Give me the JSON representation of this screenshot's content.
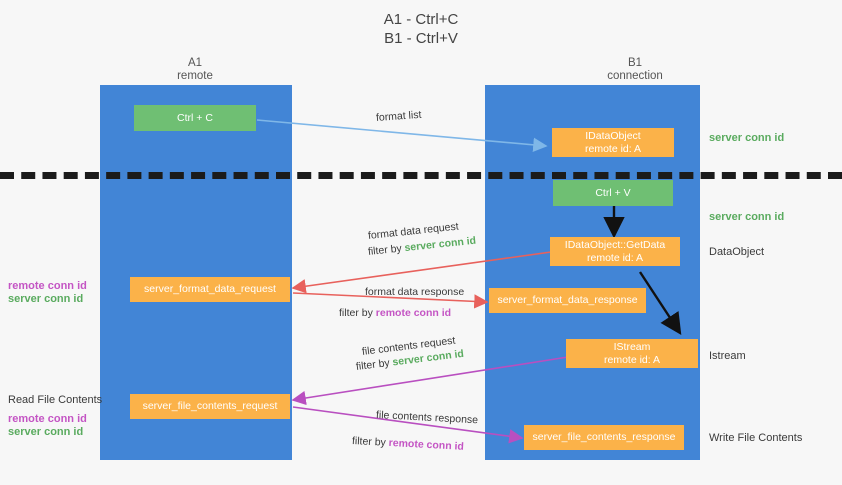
{
  "title": {
    "line1": "A1 - Ctrl+C",
    "line2": "B1 - Ctrl+V"
  },
  "columns": [
    {
      "name": "A1",
      "sub": "remote"
    },
    {
      "name": "B1",
      "sub": "connection"
    }
  ],
  "boxes": {
    "ctrl_c": "Ctrl + C",
    "ctrl_v": "Ctrl + V",
    "idataobject": {
      "line1": "IDataObject",
      "line2": "remote id: A"
    },
    "getdata": {
      "line1": "IDataObject::GetData",
      "line2": "remote id: A"
    },
    "istream": {
      "line1": "IStream",
      "line2": "remote id: A"
    },
    "server_format_data_request": "server_format_data_request",
    "server_format_data_response": "server_format_data_response",
    "server_file_contents_request": "server_file_contents_request",
    "server_file_contents_response": "server_file_contents_response"
  },
  "right_notes": {
    "server_conn_id_1": "server conn id",
    "server_conn_id_2": "server conn id",
    "dataobject": "DataObject",
    "istream": "Istream",
    "write_file_contents": "Write File Contents"
  },
  "left_notes": {
    "remote_conn_id_1": "remote conn id",
    "server_conn_id_1": "server conn id",
    "read_file_contents": "Read File Contents",
    "remote_conn_id_2": "remote conn id",
    "server_conn_id_2": "server conn id"
  },
  "edges": {
    "format_list": "format list",
    "format_data_request": "format data request",
    "format_data_request_filter_pre": "filter by ",
    "format_data_request_filter_key": "server conn id",
    "format_data_response": "format data response",
    "format_data_response_filter_pre": "filter by ",
    "format_data_response_filter_key": "remote conn id",
    "file_contents_request": "file contents request",
    "file_contents_request_filter_pre": "filter by ",
    "file_contents_request_filter_key": "server conn id",
    "file_contents_response": "file contents response",
    "file_contents_response_filter_pre": "filter by ",
    "file_contents_response_filter_key": "remote conn id"
  },
  "colors": {
    "lane": "#4285d6",
    "green_box": "#6fbf73",
    "orange_box": "#fbb249",
    "server_conn_id": "#5aab5f",
    "remote_conn_id": "#c455c4",
    "red_arrow": "#e8615c",
    "purple_arrow": "#b94fc0",
    "blue_arrow": "#7fb7e8",
    "black_arrow": "#111111"
  }
}
